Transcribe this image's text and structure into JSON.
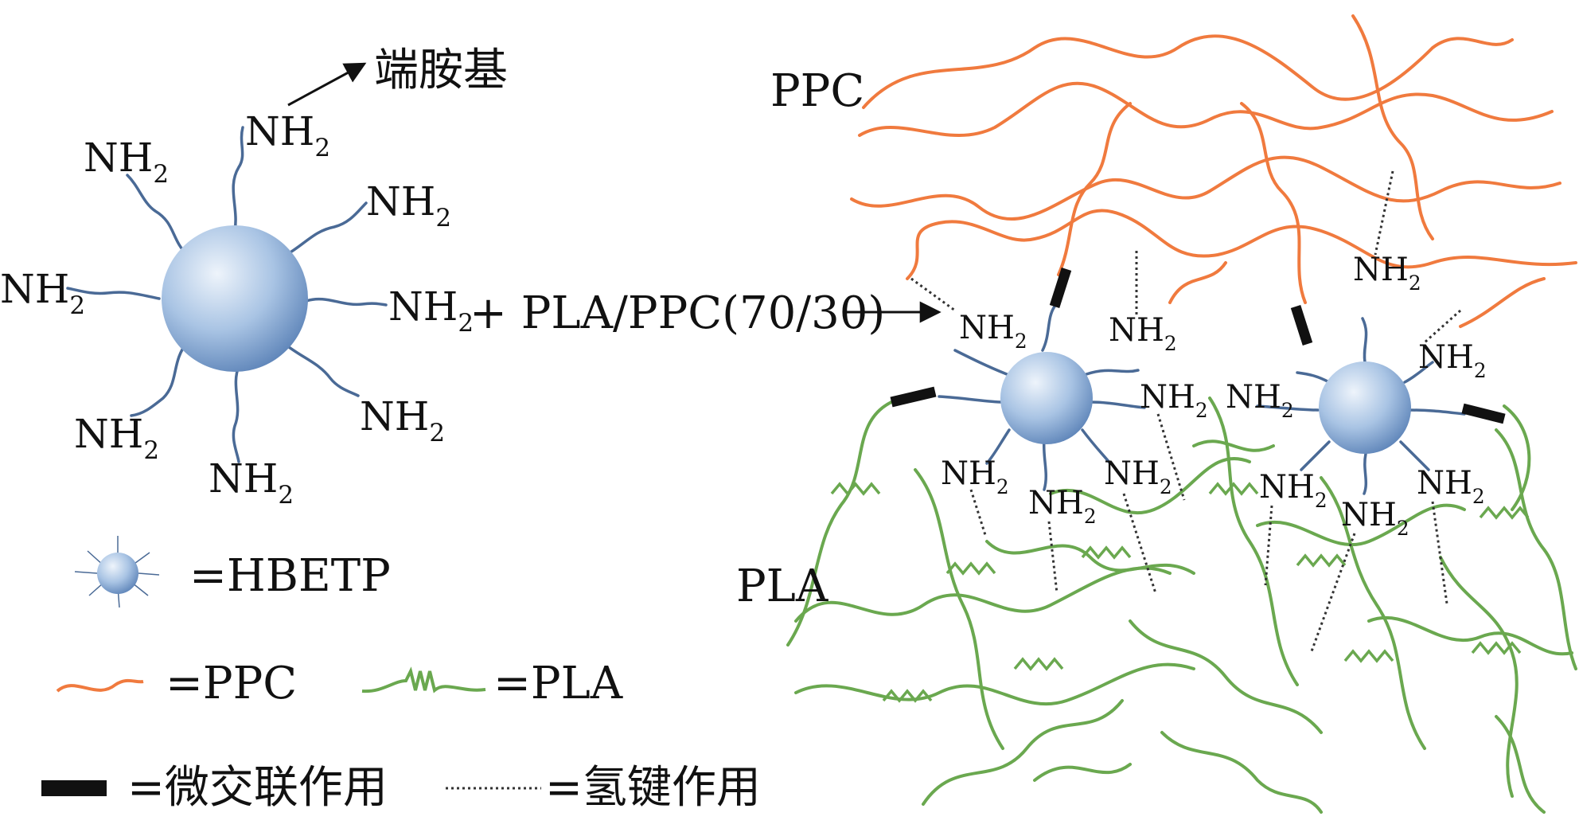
{
  "amine_group": "NH",
  "amine_subscript": "2",
  "terminal_amine_label": "端胺基",
  "blend_label": "+ PLA/PPC(70/30)",
  "ppc_label": "PPC",
  "pla_label": "PLA",
  "legend": {
    "hbetp": "=HBETP",
    "ppc": "=PPC",
    "pla": "=PLA",
    "micro_crosslink": "=微交联作用",
    "hydrogen_bond": "=氢键作用"
  },
  "colors": {
    "ppc": "#f07a3e",
    "pla": "#6aa84f",
    "arm": "#4a6a96",
    "sphere_light": "#dde9f7",
    "sphere_dark": "#7094c4",
    "crosslink": "#111111",
    "hbond": "#333333"
  }
}
